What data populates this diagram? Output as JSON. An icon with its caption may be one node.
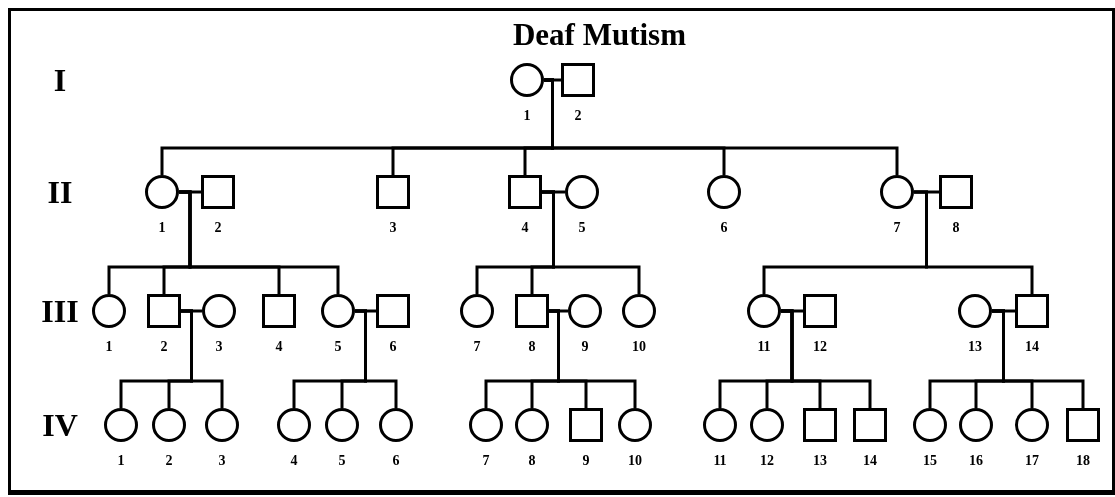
{
  "diagram": {
    "title": "Deaf Mutism",
    "nodes": [
      {
        "text": [],
        "shape": "circle",
        "beside": [
          "1"
        ]
      },
      {
        "text": [],
        "shape": "box",
        "beside": [
          "2"
        ]
      },
      {
        "text": [],
        "shape": "circle",
        "beside": [
          "1"
        ]
      },
      {
        "text": [],
        "shape": "box",
        "beside": [
          "2"
        ]
      },
      {
        "text": [],
        "shape": "box",
        "beside": [
          "3"
        ]
      },
      {
        "text": [],
        "shape": "box",
        "beside": [
          "4"
        ]
      },
      {
        "text": [],
        "shape": "circle",
        "beside": [
          "5"
        ]
      },
      {
        "text": [],
        "shape": "circle",
        "beside": [
          "6"
        ]
      },
      {
        "text": [],
        "shape": "circle",
        "beside": [
          "7"
        ]
      },
      {
        "text": [],
        "shape": "box",
        "beside": [
          "8"
        ]
      },
      {
        "text": [],
        "shape": "circle",
        "beside": [
          "1"
        ]
      },
      {
        "text": [],
        "shape": "box",
        "beside": [
          "2"
        ]
      },
      {
        "text": [],
        "shape": "circle",
        "beside": [
          "3"
        ]
      },
      {
        "text": [],
        "shape": "box",
        "beside": [
          "4"
        ]
      },
      {
        "text": [],
        "shape": "circle",
        "beside": [
          "5"
        ]
      },
      {
        "text": [],
        "shape": "box",
        "beside": [
          "6"
        ]
      },
      {
        "text": [],
        "shape": "circle",
        "beside": [
          "7"
        ]
      },
      {
        "text": [],
        "shape": "box",
        "beside": [
          "8"
        ]
      },
      {
        "text": [],
        "shape": "circle",
        "beside": [
          "9"
        ]
      },
      {
        "text": [],
        "shape": "circle",
        "beside": [
          "10"
        ]
      },
      {
        "text": [],
        "shape": "circle",
        "beside": [
          "11"
        ]
      },
      {
        "text": [],
        "shape": "box",
        "beside": [
          "12"
        ]
      },
      {
        "text": [],
        "shape": "circle",
        "beside": [
          "13"
        ]
      },
      {
        "text": [],
        "shape": "box",
        "beside": [
          "14"
        ]
      },
      {
        "text": [],
        "shape": "circle",
        "beside": [
          "1"
        ]
      },
      {
        "text": [],
        "shape": "circle",
        "beside": [
          "2"
        ]
      },
      {
        "text": [],
        "shape": "circle",
        "beside": [
          "3"
        ]
      },
      {
        "text": [],
        "shape": "circle",
        "beside": [
          "4"
        ]
      },
      {
        "text": [],
        "shape": "circle",
        "beside": [
          "5"
        ]
      },
      {
        "text": [],
        "shape": "circle",
        "beside": [
          "6"
        ]
      },
      {
        "text": [],
        "shape": "circle",
        "beside": [
          "7"
        ]
      },
      {
        "text": [],
        "shape": "circle",
        "beside": [
          "8"
        ]
      },
      {
        "text": [],
        "shape": "box",
        "beside": [
          "9"
        ]
      },
      {
        "text": [],
        "shape": "circle",
        "beside": [
          "10"
        ]
      },
      {
        "text": [],
        "shape": "circle",
        "beside": [
          "11"
        ]
      },
      {
        "text": [],
        "shape": "circle",
        "beside": [
          "12"
        ]
      },
      {
        "text": [],
        "shape": "box",
        "beside": [
          "13"
        ]
      },
      {
        "text": [],
        "shape": "box",
        "beside": [
          "14"
        ]
      },
      {
        "text": [],
        "shape": "circle",
        "beside": [
          "15"
        ]
      },
      {
        "text": [],
        "shape": "circle",
        "beside": [
          "16"
        ]
      },
      {
        "text": [],
        "shape": "circle",
        "beside": [
          "17"
        ]
      },
      {
        "text": [],
        "shape": "box",
        "beside": [
          "18"
        ]
      }
    ],
    "edges": [
      {
        "from": 0,
        "to": 1,
        "arrow": "none"
      },
      {
        "from": 0,
        "to": 2,
        "arrow": "none"
      },
      {
        "from": 0,
        "to": 4,
        "arrow": "none"
      },
      {
        "from": 0,
        "to": 5,
        "arrow": "none"
      },
      {
        "from": 0,
        "to": 7,
        "arrow": "none"
      },
      {
        "from": 0,
        "to": 8,
        "arrow": "none"
      },
      {
        "from": 2,
        "to": 3,
        "arrow": "none"
      },
      {
        "from": 5,
        "to": 6,
        "arrow": "none"
      },
      {
        "from": 8,
        "to": 9,
        "arrow": "none"
      },
      {
        "from": 2,
        "to": 10,
        "arrow": "none"
      },
      {
        "from": 2,
        "to": 11,
        "arrow": "none"
      },
      {
        "from": 2,
        "to": 13,
        "arrow": "none"
      },
      {
        "from": 2,
        "to": 14,
        "arrow": "none"
      },
      {
        "from": 5,
        "to": 16,
        "arrow": "none"
      },
      {
        "from": 5,
        "to": 17,
        "arrow": "none"
      },
      {
        "from": 5,
        "to": 19,
        "arrow": "none"
      },
      {
        "from": 8,
        "to": 20,
        "arrow": "none"
      },
      {
        "from": 8,
        "to": 23,
        "arrow": "none"
      },
      {
        "from": 11,
        "to": 12,
        "arrow": "none"
      },
      {
        "from": 14,
        "to": 15,
        "arrow": "none"
      },
      {
        "from": 17,
        "to": 18,
        "arrow": "none"
      },
      {
        "from": 20,
        "to": 21,
        "arrow": "none"
      },
      {
        "from": 22,
        "to": 23,
        "arrow": "none"
      },
      {
        "from": 11,
        "to": 24,
        "arrow": "none"
      },
      {
        "from": 11,
        "to": 25,
        "arrow": "none"
      },
      {
        "from": 11,
        "to": 26,
        "arrow": "none"
      },
      {
        "from": 14,
        "to": 27,
        "arrow": "none"
      },
      {
        "from": 14,
        "to": 28,
        "arrow": "none"
      },
      {
        "from": 14,
        "to": 29,
        "arrow": "none"
      },
      {
        "from": 17,
        "to": 30,
        "arrow": "none"
      },
      {
        "from": 17,
        "to": 31,
        "arrow": "none"
      },
      {
        "from": 17,
        "to": 32,
        "arrow": "none"
      },
      {
        "from": 17,
        "to": 33,
        "arrow": "none"
      },
      {
        "from": 20,
        "to": 34,
        "arrow": "none"
      },
      {
        "from": 20,
        "to": 35,
        "arrow": "none"
      },
      {
        "from": 20,
        "to": 36,
        "arrow": "none"
      },
      {
        "from": 20,
        "to": 37,
        "arrow": "none"
      },
      {
        "from": 22,
        "to": 38,
        "arrow": "none"
      },
      {
        "from": 22,
        "to": 39,
        "arrow": "none"
      },
      {
        "from": 22,
        "to": 40,
        "arrow": "none"
      },
      {
        "from": 22,
        "to": 41,
        "arrow": "none"
      }
    ],
    "labels": [
      "I",
      "II",
      "III",
      "IV"
    ]
  }
}
